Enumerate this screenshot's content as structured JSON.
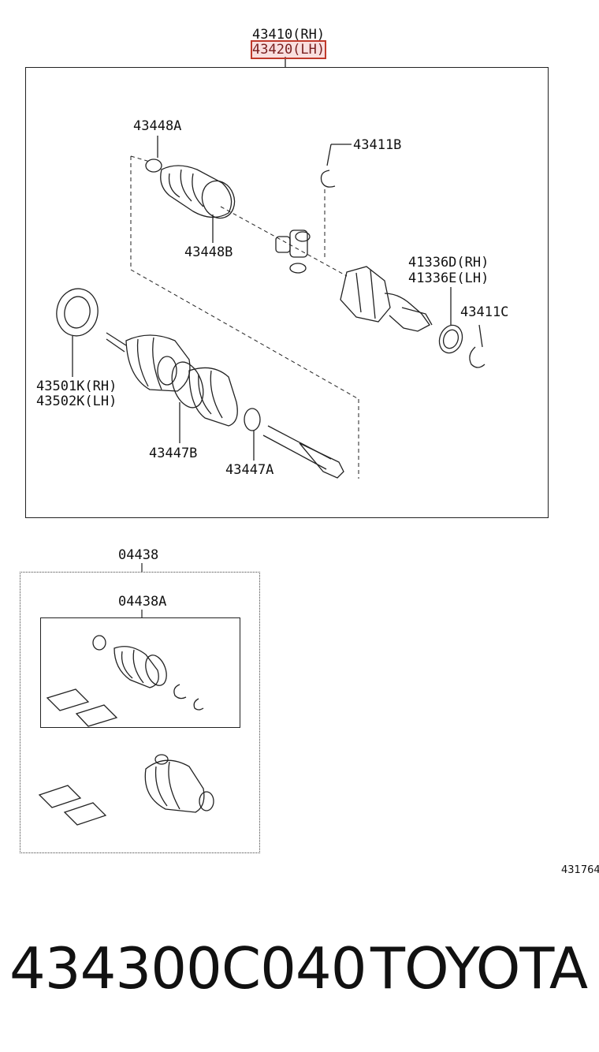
{
  "diagram": {
    "assembly": {
      "rh": "43410(RH)",
      "lh": "43420(LH)"
    },
    "parts": {
      "p43448A": "43448A",
      "p43448B": "43448B",
      "p43411B": "43411B",
      "p41336D": "41336D(RH)",
      "p41336E": "41336E(LH)",
      "p43411C": "43411C",
      "p43501K": "43501K(RH)",
      "p43502K": "43502K(LH)",
      "p43447B": "43447B",
      "p43447A": "43447A"
    },
    "kit": {
      "main": "04438",
      "sub": "04438A"
    },
    "catalog_code": "431764"
  },
  "footer": {
    "part_number": "434300C040",
    "brand": "TOYOTA"
  },
  "colors": {
    "highlight": "#c0392b",
    "line": "#222222"
  }
}
